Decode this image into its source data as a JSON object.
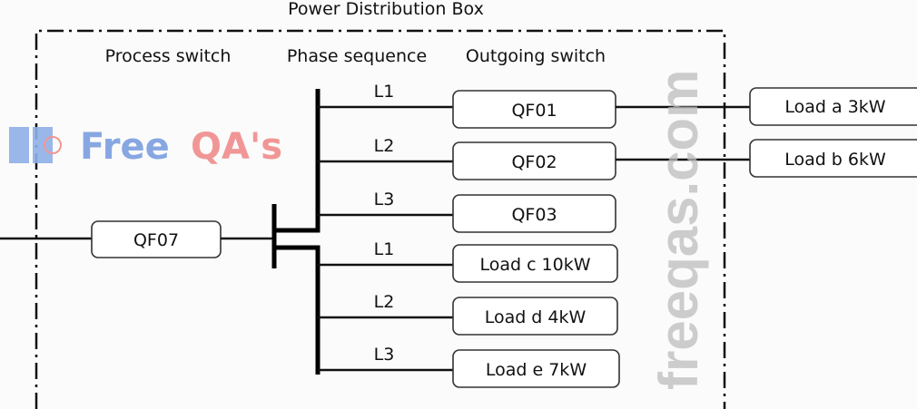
{
  "title": "Power Distribution Box",
  "headers": {
    "process_switch": "Process switch",
    "phase_sequence": "Phase sequence",
    "outgoing_switch": "Outgoing switch"
  },
  "process_switch": {
    "label": "QF07"
  },
  "phases": [
    "L1",
    "L2",
    "L3",
    "L1",
    "L2",
    "L3"
  ],
  "outgoing": [
    "QF01",
    "QF02",
    "QF03",
    "Load c 10kW",
    "Load d 4kW",
    "Load e 7kW"
  ],
  "external_loads": [
    "Load a 3kW",
    "Load b 6kW"
  ],
  "watermark": {
    "logo_blue": "Free",
    "logo_red": "QA's",
    "site": "freeqas.com"
  },
  "colors": {
    "logo_blue": "#7b9fe0",
    "logo_red": "#f08c8c",
    "watermark_gray": "#c8c8c8"
  }
}
